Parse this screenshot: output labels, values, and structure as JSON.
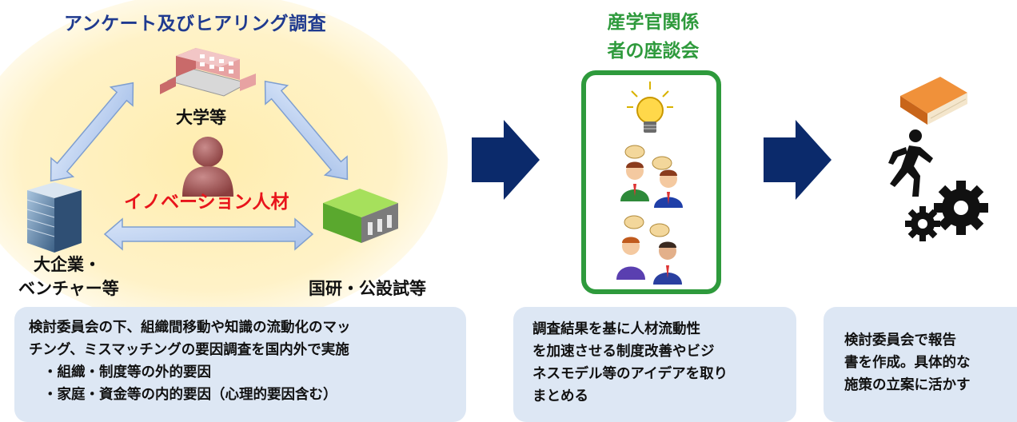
{
  "survey": {
    "title": "アンケート及びヒアリング調査",
    "nodes": {
      "university": "大学等",
      "enterprise_line1": "大企業・",
      "enterprise_line2": "ベンチャー等",
      "research": "国研・公設試等"
    },
    "center_label": "イノベーション人材",
    "description": {
      "line1": "検討委員会の下、組織間移動や知識の流動化のマッ",
      "line2": "チング、ミスマッチングの要因調査を国内外で実施",
      "bullet1": "・組織・制度等の外的要因",
      "bullet2": "・家庭・資金等の内的要因（心理的要因含む）"
    }
  },
  "roundtable": {
    "title_line1": "産学官関係",
    "title_line2": "者の座談会",
    "description": {
      "line1": "調査結果を基に人材流動性",
      "line2": "を加速させる制度改善やビジ",
      "line3": "ネスモデル等のアイデアを取り",
      "line4": "まとめる"
    }
  },
  "report": {
    "description": {
      "line1": "検討委員会で報告",
      "line2": "書を作成。具体的な",
      "line3": "施策の立案に活かす"
    }
  },
  "colors": {
    "survey_title": "#1f3a8f",
    "center_label": "#e8141b",
    "roundtable_accent": "#2e9a3c",
    "flow_arrow": "#0b2a6b",
    "textbox_bg": "#dde7f4",
    "double_arrow": "#b9cdee"
  },
  "icons": [
    "university-building-icon",
    "office-tower-icon",
    "research-facility-icon",
    "person-icon",
    "lightbulb-icon",
    "discussion-people-icon",
    "book-icon",
    "running-person-icon",
    "gears-icon"
  ]
}
